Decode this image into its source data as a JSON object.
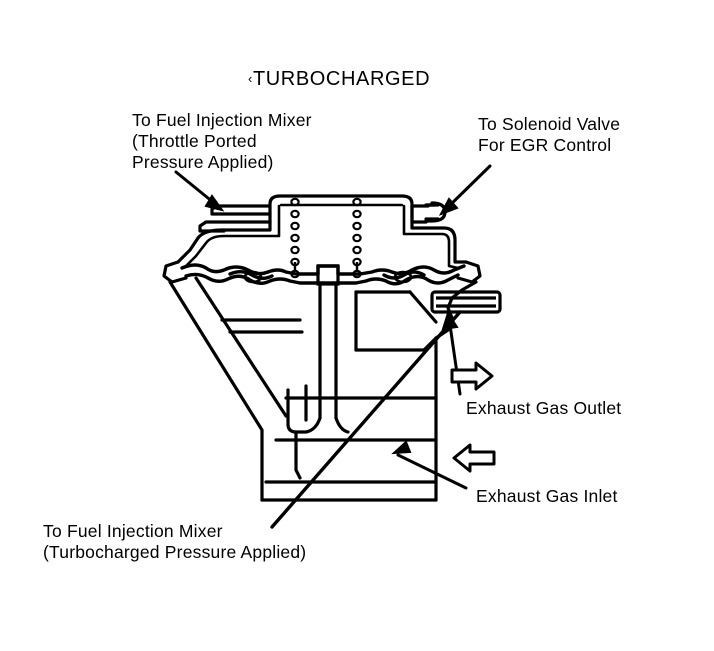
{
  "diagram": {
    "title": "TURBOCHARGED",
    "title_tick": "‹",
    "subject": "egr-valve-cross-section",
    "colors": {
      "ink": "#000000",
      "background": "#ffffff"
    },
    "labels": {
      "mixer_throttle": "To Fuel Injection Mixer\n(Throttle Ported\nPressure Applied)",
      "solenoid": "To Solenoid Valve\nFor EGR Control",
      "exhaust_outlet": "Exhaust Gas Outlet",
      "exhaust_inlet": "Exhaust Gas Inlet",
      "mixer_turbo": "To Fuel Injection Mixer\n(Turbocharged Pressure Applied)"
    },
    "icons": {
      "outlet_arrow": "arrow-right-outline",
      "inlet_arrow": "arrow-left-outline",
      "leader_throttle": "arrow-leader-solid",
      "leader_solenoid": "arrow-leader-solid",
      "leader_outlet": "arrow-leader-solid",
      "leader_inlet": "arrow-leader-solid",
      "leader_turbo": "line-leader"
    }
  }
}
